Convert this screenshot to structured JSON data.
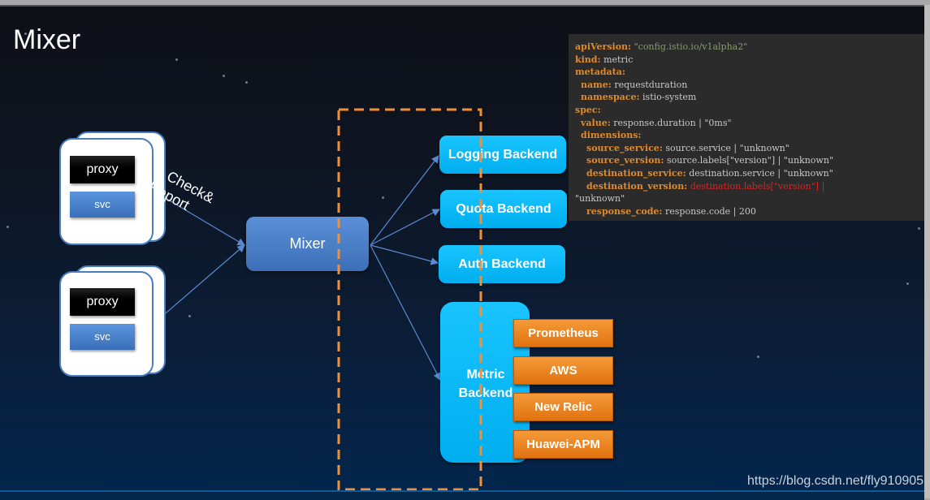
{
  "slide": {
    "title": "Mixer",
    "watermark": "https://blog.csdn.net/fly910905"
  },
  "pods": [
    {
      "proxy_label": "proxy",
      "svc_label": "svc"
    },
    {
      "proxy_label": "proxy",
      "svc_label": "svc"
    }
  ],
  "edge_label": {
    "line1": "Check&",
    "line2": "Report"
  },
  "mixer": {
    "label": "Mixer"
  },
  "backends": [
    {
      "label": "Logging Backend"
    },
    {
      "label": "Quota Backend"
    },
    {
      "label": "Auth Backend"
    },
    {
      "label_line1": "Metric",
      "label_line2": "Backend"
    }
  ],
  "metric_providers": [
    "Prometheus",
    "AWS",
    "New Relic",
    "Huawei-APM"
  ],
  "colors": {
    "accent_cyan": "#00aeef",
    "mixer_blue": "#4a80c8",
    "provider_orange": "#ee8a25",
    "dashed_boundary": "#f0913a",
    "code_key": "#e08a2c",
    "code_error": "#e02020"
  },
  "config_code": {
    "lines": [
      {
        "key": "apiVersion:",
        "value": "\"config.istio.io/v1alpha2\"",
        "style": "string",
        "indent": 0
      },
      {
        "key": "kind:",
        "value": "metric",
        "style": "plain",
        "indent": 0
      },
      {
        "key": "metadata:",
        "value": "",
        "style": "plain",
        "indent": 0
      },
      {
        "key": "name:",
        "value": "requestduration",
        "style": "plain",
        "indent": 1
      },
      {
        "key": "namespace:",
        "value": "istio-system",
        "style": "plain",
        "indent": 1
      },
      {
        "key": "spec:",
        "value": "",
        "style": "plain",
        "indent": 0
      },
      {
        "key": "value:",
        "value": "response.duration | \"0ms\"",
        "style": "plain",
        "indent": 1
      },
      {
        "key": "dimensions:",
        "value": "",
        "style": "plain",
        "indent": 1
      },
      {
        "key": "source_service:",
        "value": "source.service | \"unknown\"",
        "style": "plain",
        "indent": 2
      },
      {
        "key": "source_version:",
        "value": "source.labels[\"version\"] | \"unknown\"",
        "style": "plain",
        "indent": 2
      },
      {
        "key": "destination_service:",
        "value": "destination.service | \"unknown\"",
        "style": "plain",
        "indent": 2
      },
      {
        "key": "destination_version:",
        "value": "destination.labels[\"version\"] |",
        "style": "error",
        "indent": 2
      },
      {
        "key": "",
        "value": "\"unknown\"",
        "style": "plain",
        "indent": 0
      },
      {
        "key": "response_code:",
        "value": "response.code | 200",
        "style": "plain",
        "indent": 2
      }
    ]
  }
}
